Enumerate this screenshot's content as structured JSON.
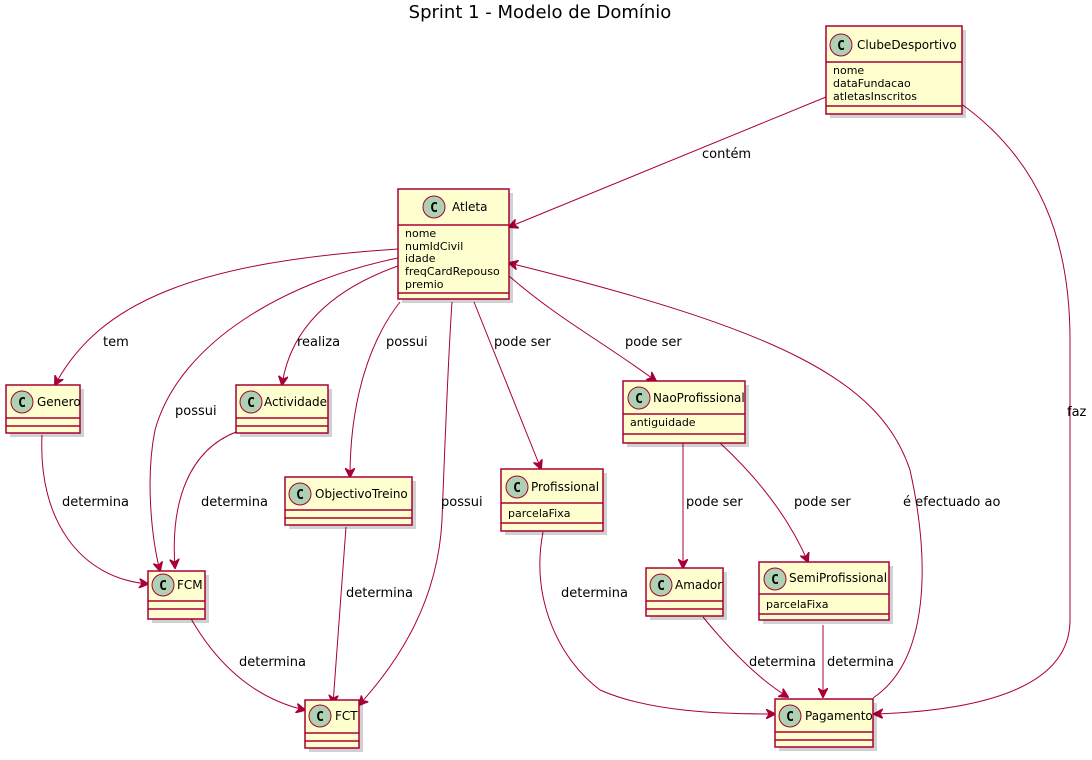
{
  "title": "Sprint 1 - Modelo de Domínio",
  "classes": {
    "clube": {
      "name": "ClubeDesportivo",
      "attributes": [
        "nome",
        "dataFundacao",
        "atletasInscritos"
      ]
    },
    "atleta": {
      "name": "Atleta",
      "attributes": [
        "nome",
        "numIdCivil",
        "idade",
        "freqCardRepouso",
        "premio"
      ]
    },
    "genero": {
      "name": "Genero",
      "attributes": []
    },
    "actividade": {
      "name": "Actividade",
      "attributes": []
    },
    "objectivo": {
      "name": "ObjectivoTreino",
      "attributes": []
    },
    "profissional": {
      "name": "Profissional",
      "attributes": [
        "parcelaFixa"
      ]
    },
    "naoprof": {
      "name": "NaoProfissional",
      "attributes": [
        "antiguidade"
      ]
    },
    "amador": {
      "name": "Amador",
      "attributes": []
    },
    "semiprof": {
      "name": "SemiProfissional",
      "attributes": [
        "parcelaFixa"
      ]
    },
    "fcm": {
      "name": "FCM",
      "attributes": []
    },
    "fct": {
      "name": "FCT",
      "attributes": []
    },
    "pagamento": {
      "name": "Pagamento",
      "attributes": []
    }
  },
  "badge_letter": "C",
  "relations": {
    "clube_atleta": "contém",
    "clube_pagamento": "faz",
    "atleta_genero": "tem",
    "atleta_actividade": "realiza",
    "atleta_fcm": "possui",
    "atleta_objectivo": "possui",
    "atleta_fct": "possui",
    "atleta_profissional": "pode ser",
    "atleta_naoprof": "pode ser",
    "pagamento_atleta": "é efectuado ao",
    "genero_fcm": "determina",
    "actividade_fcm": "determina",
    "objectivo_fct": "determina",
    "fcm_fct": "determina",
    "profissional_pagamento": "determina",
    "naoprof_amador": "pode ser",
    "naoprof_semiprof": "pode ser",
    "amador_pagamento": "determina",
    "semiprof_pagamento": "determina"
  },
  "colors": {
    "box_fill": "#FEFECE",
    "border": "#A80036",
    "badge": "#ADD1B2"
  }
}
